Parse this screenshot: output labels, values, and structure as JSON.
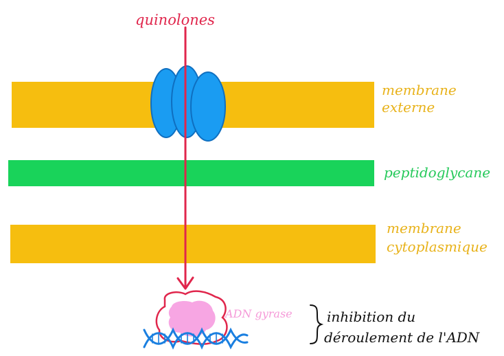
{
  "drug": {
    "label": "quinolones",
    "color": "#e0264c"
  },
  "layers": {
    "outer_membrane": {
      "label_line1": "membrane",
      "label_line2": "externe",
      "color": "#f6be0f",
      "label_color": "#e8b21a"
    },
    "peptidoglycan": {
      "label": "peptidoglycane",
      "color": "#19d35a",
      "label_color": "#25c95a"
    },
    "inner_membrane": {
      "label_line1": "membrane",
      "label_line2": "cytoplasmique",
      "color": "#f6be0f",
      "label_color": "#e8b21a"
    }
  },
  "porin": {
    "color": "#1a9cf2",
    "outline": "#0f6fc0"
  },
  "enzyme": {
    "label": "ADN gyrase",
    "fill": "#f7a6e3",
    "outline": "#e0264c",
    "label_color": "#f59ad8"
  },
  "dna": {
    "color": "#1a7fe0"
  },
  "outcome": {
    "line1": "inhibition du",
    "line2": "déroulement de l'ADN",
    "color": "#111111"
  }
}
